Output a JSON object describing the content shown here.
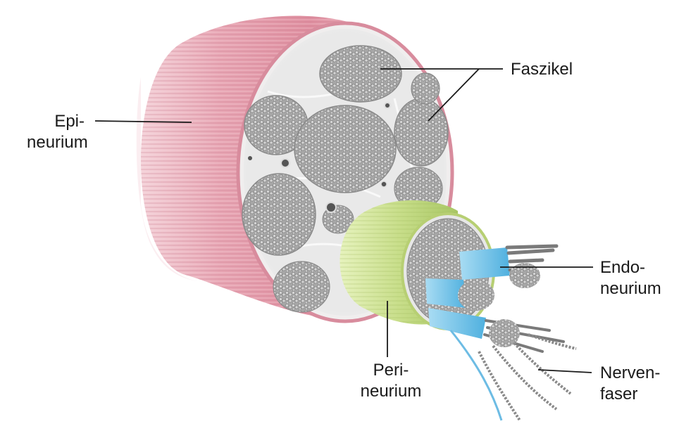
{
  "labels": {
    "epineurium": {
      "line1": "Epi-",
      "line2": "neurium"
    },
    "faszikel": {
      "line1": "Faszikel"
    },
    "endoneurium": {
      "line1": "Endo-",
      "line2": "neurium"
    },
    "perineurium": {
      "line1": "Peri-",
      "line2": "neurium"
    },
    "nervenfaser": {
      "line1": "Nerven-",
      "line2": "faser"
    }
  },
  "colors": {
    "epineurium": "#e7a3b1",
    "perineurium": "#cfe49a",
    "endoneurium": "#7cc8ea",
    "fascicle": "#9c9c9c",
    "connective_tissue": "#e9e9e9",
    "leader_line": "#1a1a1a"
  }
}
